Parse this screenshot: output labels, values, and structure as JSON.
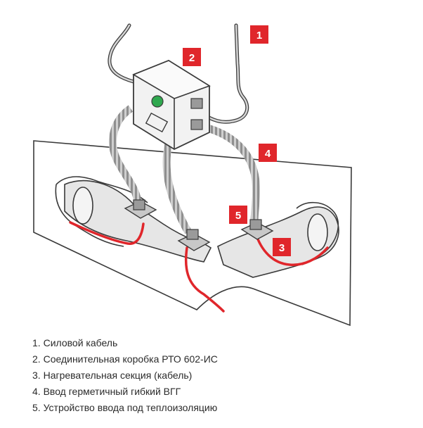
{
  "badges": [
    {
      "num": "1",
      "color": "#e0262b"
    },
    {
      "num": "2",
      "color": "#e0262b"
    },
    {
      "num": "3",
      "color": "#e0262b"
    },
    {
      "num": "4",
      "color": "#e0262b"
    },
    {
      "num": "5",
      "color": "#e0262b"
    }
  ],
  "legend": [
    {
      "num": "1.",
      "text": "Силовой кабель"
    },
    {
      "num": "2.",
      "text": "Соединительная коробка РТО 602-ИС"
    },
    {
      "num": "3.",
      "text": "Нагревательная секция (кабель)"
    },
    {
      "num": "4.",
      "text": "Ввод герметичный гибкий ВГГ"
    },
    {
      "num": "5.",
      "text": "Устройство ввода под теплоизоляцию"
    }
  ],
  "colors": {
    "accent": "#e0262b",
    "heating_cable": "#e0262b",
    "indicator": "#2fa84f",
    "line": "#3a3a3a",
    "fill_light": "#e6e6e6",
    "fill_box": "#f2f2f2"
  }
}
